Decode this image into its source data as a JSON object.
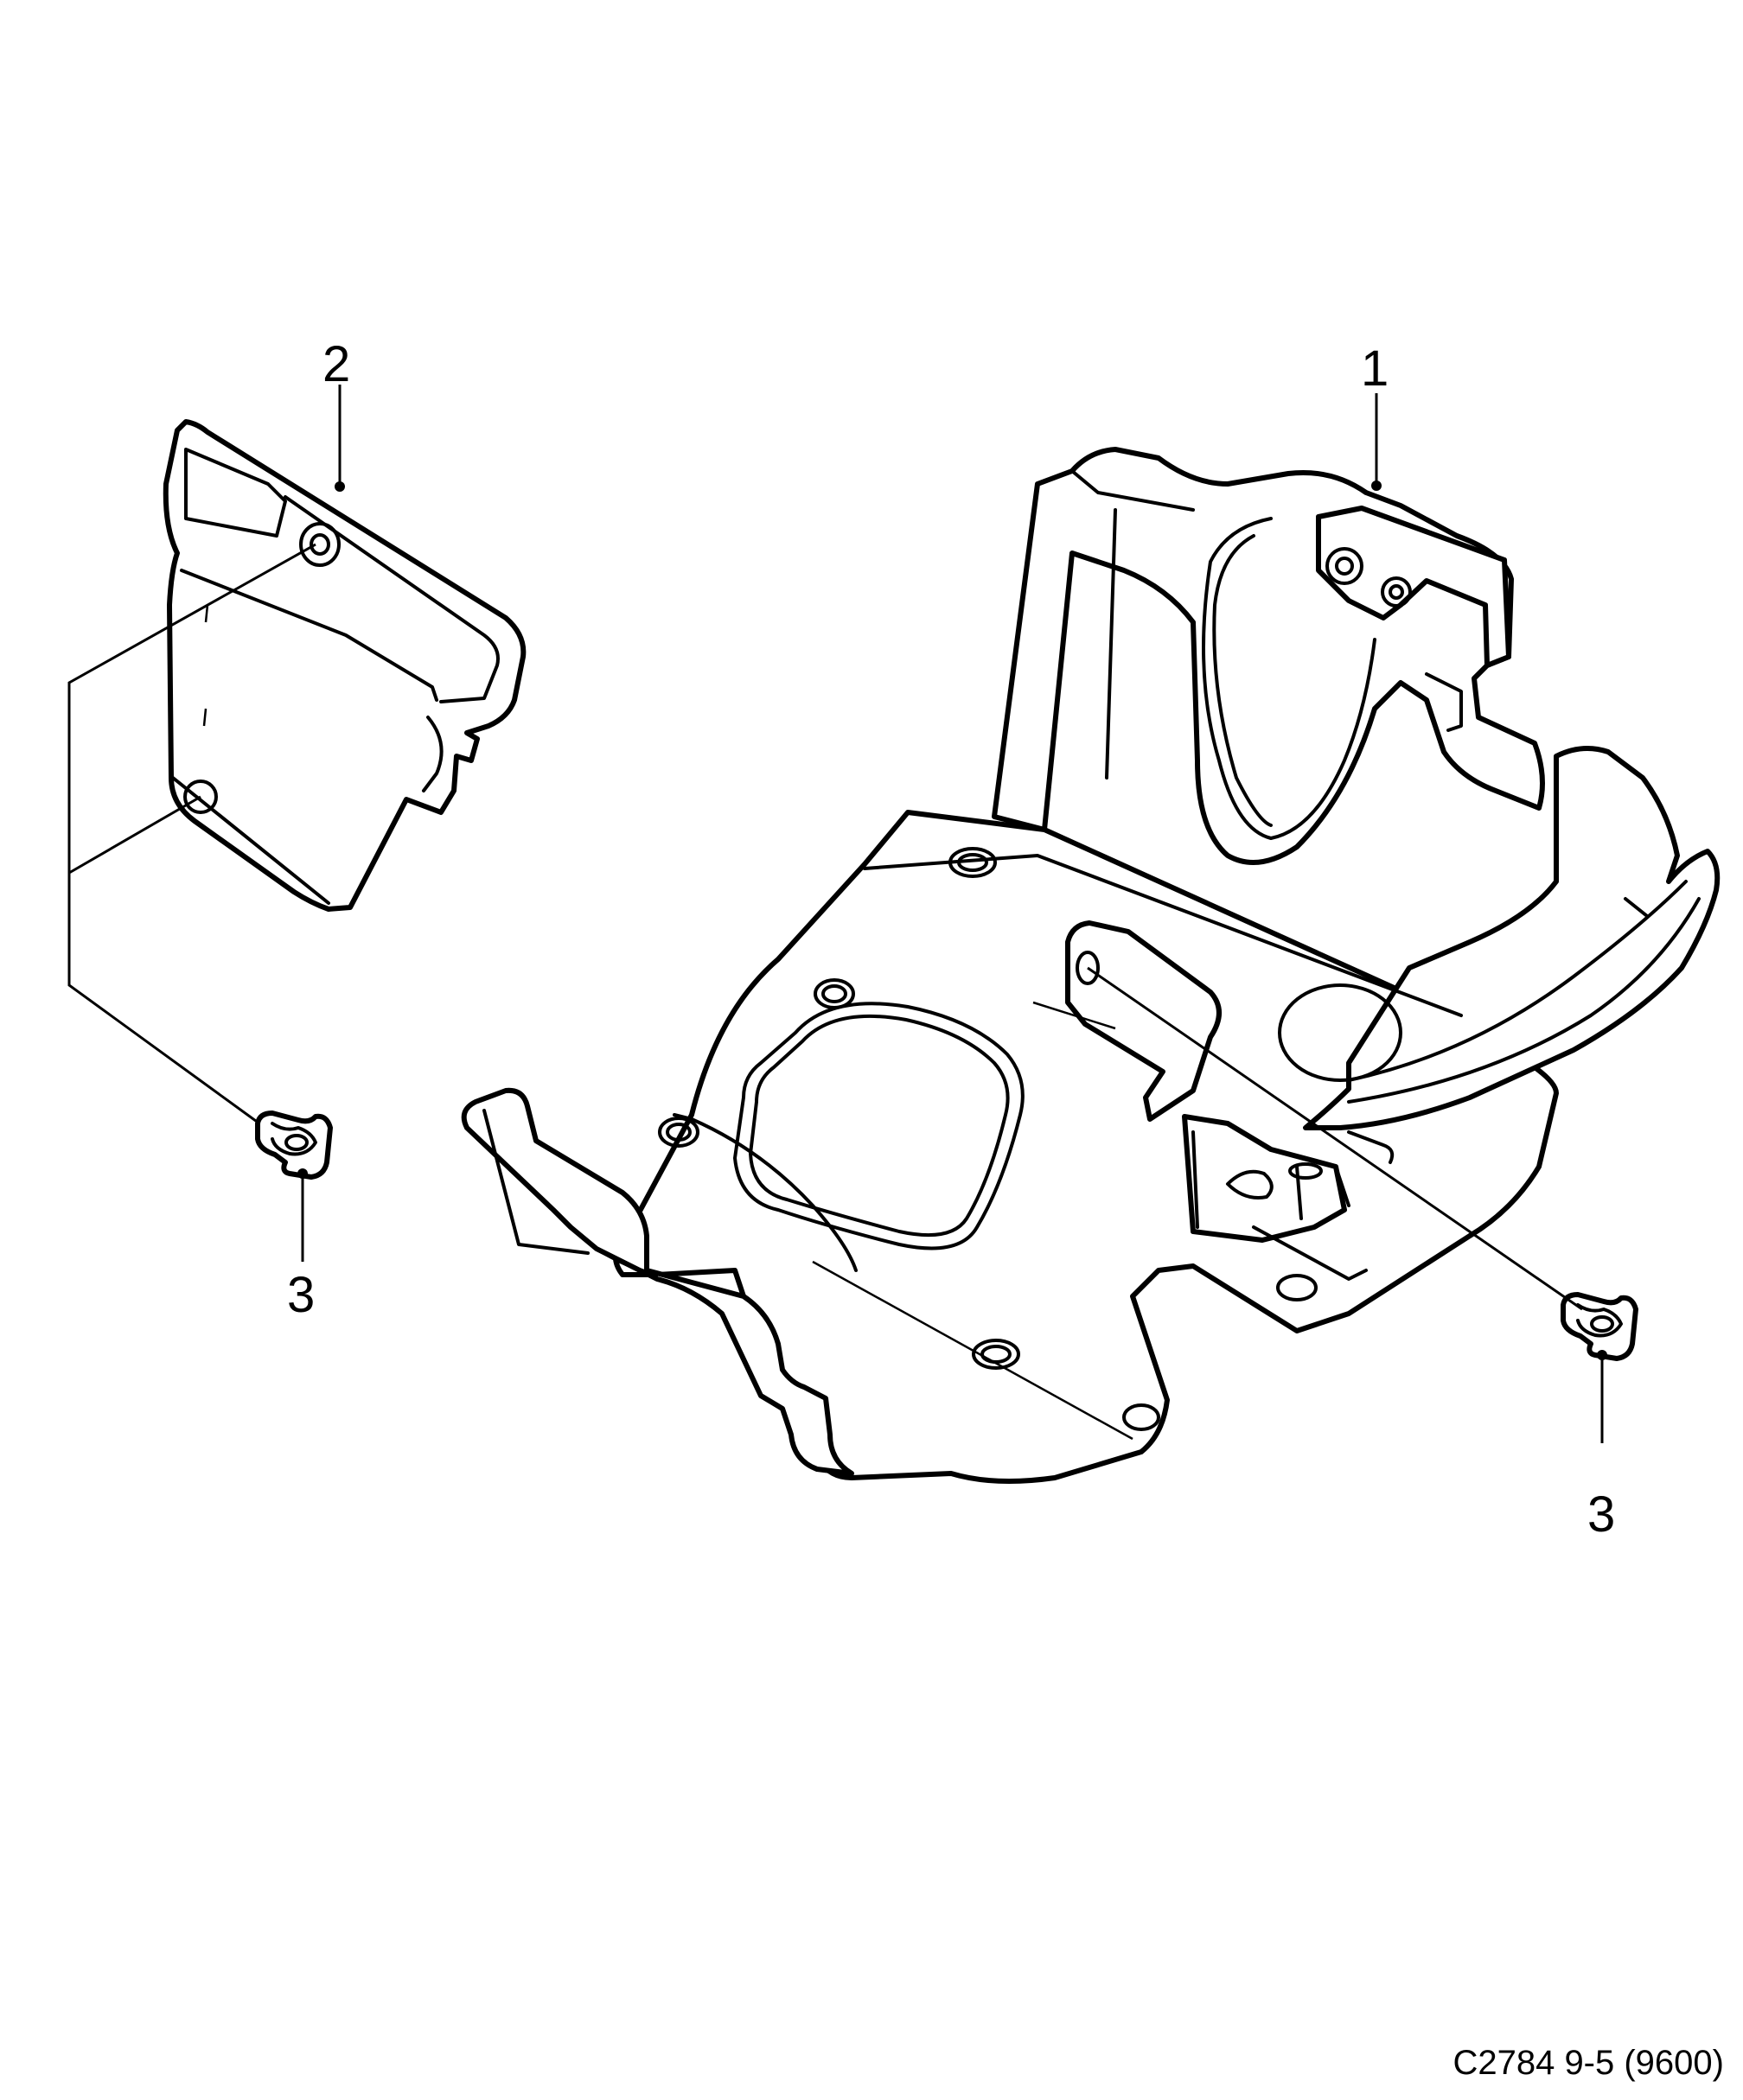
{
  "callouts": {
    "part_1": "1",
    "part_2": "2",
    "part_3_left": "3",
    "part_3_right": "3"
  },
  "footer": {
    "code": "C2784 9-5 (9600)"
  },
  "colors": {
    "line": "#000000",
    "background": "#ffffff"
  }
}
